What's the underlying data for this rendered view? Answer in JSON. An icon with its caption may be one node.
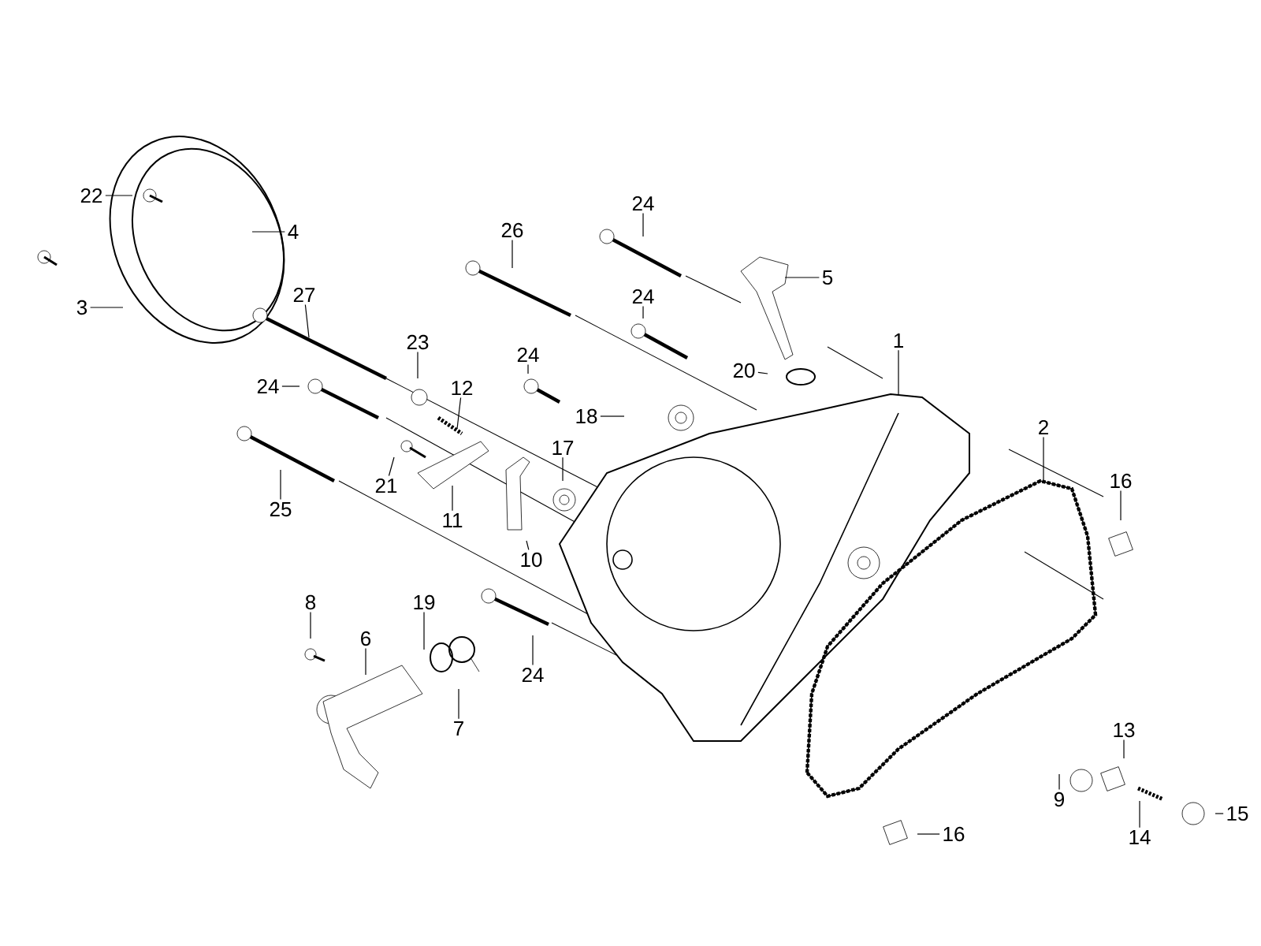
{
  "diagram": {
    "nodes": [
      {
        "text": [
          "24"
        ]
      },
      {
        "text": [
          "22"
        ]
      },
      {
        "text": [
          "4"
        ]
      },
      {
        "text": [
          "26"
        ]
      },
      {
        "text": [
          "5"
        ]
      },
      {
        "text": [
          "3"
        ]
      },
      {
        "text": [
          "27"
        ]
      },
      {
        "text": [
          "24"
        ]
      },
      {
        "text": [
          "1"
        ]
      },
      {
        "text": [
          "23"
        ]
      },
      {
        "text": [
          "24"
        ]
      },
      {
        "text": [
          "12"
        ]
      },
      {
        "text": [
          "24"
        ]
      },
      {
        "text": [
          "20"
        ]
      },
      {
        "text": [
          "18"
        ]
      },
      {
        "text": [
          "2"
        ]
      },
      {
        "text": [
          "17"
        ]
      },
      {
        "text": [
          "21"
        ]
      },
      {
        "text": [
          "16"
        ]
      },
      {
        "text": [
          "25"
        ]
      },
      {
        "text": [
          "11"
        ]
      },
      {
        "text": [
          "10"
        ]
      },
      {
        "text": [
          "8"
        ]
      },
      {
        "text": [
          "19"
        ]
      },
      {
        "text": [
          "6"
        ]
      },
      {
        "text": [
          "24"
        ]
      },
      {
        "text": [
          "7"
        ]
      },
      {
        "text": [
          "13"
        ]
      },
      {
        "text": [
          "9"
        ]
      },
      {
        "text": [
          "15"
        ]
      },
      {
        "text": [
          "16"
        ]
      },
      {
        "text": [
          "14"
        ]
      }
    ],
    "edges": [
      {
        "from": 0,
        "to": null,
        "arrow": "none"
      },
      {
        "from": 1,
        "to": null,
        "arrow": "none"
      },
      {
        "from": 2,
        "to": null,
        "arrow": "none"
      },
      {
        "from": 3,
        "to": null,
        "arrow": "none"
      },
      {
        "from": 4,
        "to": null,
        "arrow": "none"
      },
      {
        "from": 5,
        "to": null,
        "arrow": "none"
      },
      {
        "from": 6,
        "to": null,
        "arrow": "none"
      },
      {
        "from": 7,
        "to": null,
        "arrow": "none"
      },
      {
        "from": 8,
        "to": null,
        "arrow": "none"
      },
      {
        "from": 9,
        "to": null,
        "arrow": "none"
      },
      {
        "from": 10,
        "to": null,
        "arrow": "none"
      },
      {
        "from": 11,
        "to": null,
        "arrow": "none"
      },
      {
        "from": 12,
        "to": null,
        "arrow": "none"
      },
      {
        "from": 13,
        "to": null,
        "arrow": "none"
      },
      {
        "from": 14,
        "to": null,
        "arrow": "none"
      },
      {
        "from": 15,
        "to": null,
        "arrow": "none"
      },
      {
        "from": 16,
        "to": null,
        "arrow": "none"
      },
      {
        "from": 17,
        "to": null,
        "arrow": "none"
      },
      {
        "from": 18,
        "to": null,
        "arrow": "none"
      },
      {
        "from": 19,
        "to": null,
        "arrow": "none"
      },
      {
        "from": 20,
        "to": null,
        "arrow": "none"
      },
      {
        "from": 21,
        "to": null,
        "arrow": "none"
      },
      {
        "from": 22,
        "to": null,
        "arrow": "none"
      },
      {
        "from": 23,
        "to": null,
        "arrow": "none"
      },
      {
        "from": 24,
        "to": null,
        "arrow": "none"
      },
      {
        "from": 25,
        "to": null,
        "arrow": "none"
      },
      {
        "from": 26,
        "to": null,
        "arrow": "none"
      },
      {
        "from": 27,
        "to": null,
        "arrow": "none"
      },
      {
        "from": 28,
        "to": null,
        "arrow": "none"
      },
      {
        "from": 29,
        "to": null,
        "arrow": "none"
      },
      {
        "from": 30,
        "to": null,
        "arrow": "none"
      },
      {
        "from": 31,
        "to": null,
        "arrow": "none"
      }
    ]
  }
}
